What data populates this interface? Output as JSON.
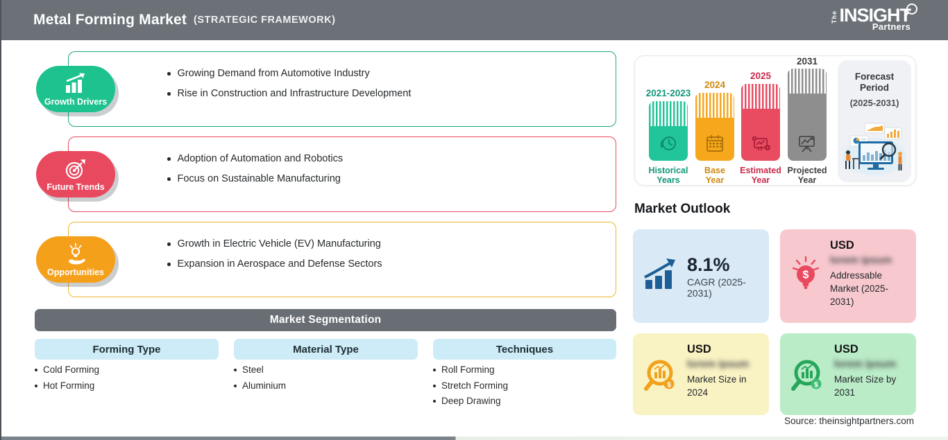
{
  "header": {
    "title": "Metal Forming Market",
    "subtitle": "(STRATEGIC FRAMEWORK)",
    "logo_the": "The",
    "logo_insight": "INSIGHT",
    "logo_partners": "Partners"
  },
  "framework_sections": [
    {
      "label": "Growth Drivers",
      "icon": "growth-bars-icon",
      "badge_color": "#1ec28e",
      "border_color": "#1ba87e",
      "bullets": [
        "Growing Demand from Automotive Industry",
        "Rise in Construction and Infrastructure Development"
      ]
    },
    {
      "label": "Future Trends",
      "icon": "target-dart-icon",
      "badge_color": "#e8495f",
      "border_color": "#e8495f",
      "bullets": [
        "Adoption of Automation and Robotics",
        "Focus on Sustainable Manufacturing"
      ]
    },
    {
      "label": "Opportunities",
      "icon": "hand-bulb-icon",
      "badge_color": "#f5a01b",
      "border_color": "#f2b429",
      "bullets": [
        "Growth in Electric Vehicle (EV) Manufacturing",
        "Expansion in Aerospace and Defense Sectors"
      ]
    }
  ],
  "segmentation": {
    "title": "Market Segmentation",
    "columns": [
      {
        "header": "Forming Type",
        "items": [
          "Cold Forming",
          "Hot Forming"
        ]
      },
      {
        "header": "Material Type",
        "items": [
          "Steel",
          "Aluminium"
        ]
      },
      {
        "header": "Techniques",
        "items": [
          "Roll Forming",
          "Stretch Forming",
          "Deep Drawing"
        ]
      }
    ]
  },
  "timeline": {
    "bars": [
      {
        "year": "2021-2023",
        "label_line1": "Historical",
        "label_line2": "Years",
        "color": "#22c49a",
        "icon": "history-clock-icon"
      },
      {
        "year": "2024",
        "label_line1": "Base",
        "label_line2": "Year",
        "color": "#f6a71b",
        "icon": "calendar-icon"
      },
      {
        "year": "2025",
        "label_line1": "Estimated",
        "label_line2": "Year",
        "color": "#e94b61",
        "icon": "estimate-chart-gear-icon"
      },
      {
        "year": "2031",
        "label_line1": "Projected",
        "label_line2": "Year",
        "color": "#8e8e8e",
        "icon": "projection-screen-icon"
      }
    ],
    "forecast": {
      "title_line1": "Forecast",
      "title_line2": "Period",
      "range": "(2025-2031)"
    }
  },
  "market_outlook": {
    "title": "Market Outlook",
    "cards": [
      {
        "value": "8.1%",
        "label": "CAGR (2025-2031)",
        "bg": "#d9e9f5",
        "icon": "growth-arrow-chart-icon"
      },
      {
        "currency": "USD",
        "value_redacted": "lorem ipsum",
        "label": "Addressable Market (2025-2031)",
        "bg": "#f7c9ce",
        "icon": "bulb-dollar-icon"
      },
      {
        "currency": "USD",
        "value_redacted": "lorem ipsum",
        "label": "Market Size in 2024",
        "bg": "#f9f3c4",
        "icon": "magnifier-chart-dollar-icon-orange"
      },
      {
        "currency": "USD",
        "value_redacted": "lorem ipsum",
        "label": "Market Size by 2031",
        "bg": "#baecc8",
        "icon": "magnifier-chart-dollar-icon-green"
      }
    ]
  },
  "source": "Source: theinsightpartners.com"
}
